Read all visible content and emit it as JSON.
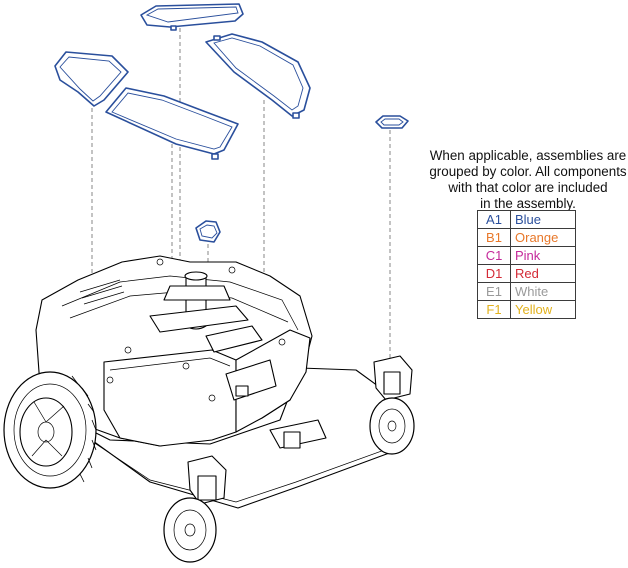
{
  "note": {
    "lines": [
      "When applicable, assemblies are",
      "grouped by color. All components",
      "with that color are included",
      "in the assembly."
    ]
  },
  "legend": [
    {
      "code": "A1",
      "name": "Blue",
      "color": "#2a4f9c"
    },
    {
      "code": "B1",
      "name": "Orange",
      "color": "#e8782a"
    },
    {
      "code": "C1",
      "name": "Pink",
      "color": "#c4289a"
    },
    {
      "code": "D1",
      "name": "Red",
      "color": "#d42a36"
    },
    {
      "code": "E1",
      "name": "White",
      "color": "#9a9a9a"
    },
    {
      "code": "F1",
      "name": "Yellow",
      "color": "#e2b21e"
    }
  ],
  "diagram": {
    "highlight_color": "#2a4f9c"
  }
}
